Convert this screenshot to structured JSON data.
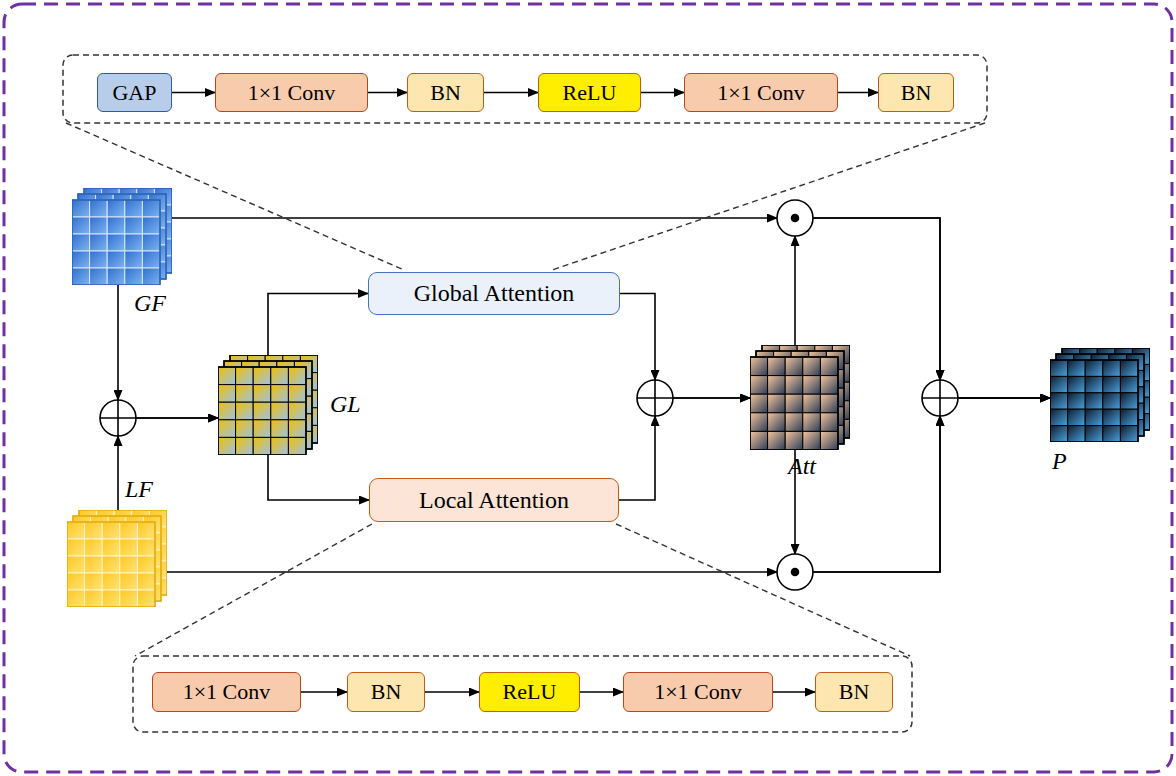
{
  "diagram": {
    "nodes": [
      {
        "text": [
          "GAP"
        ]
      },
      {
        "text": [
          "1×1 Conv"
        ]
      },
      {
        "text": [
          "BN"
        ]
      },
      {
        "text": [
          "ReLU"
        ]
      },
      {
        "text": [
          "1×1 Conv"
        ]
      },
      {
        "text": [
          "BN"
        ]
      },
      {
        "text": [
          "GF"
        ]
      },
      {
        "text": [
          "Global Attention"
        ]
      },
      {
        "text": [
          "GL"
        ]
      },
      {
        "text": [
          "Att"
        ]
      },
      {
        "text": [
          "P"
        ]
      },
      {
        "text": [
          "LF"
        ]
      },
      {
        "text": [
          "Local Attention"
        ]
      },
      {
        "text": [
          "1×1 Conv"
        ]
      },
      {
        "text": [
          "BN"
        ]
      },
      {
        "text": [
          "ReLU"
        ]
      },
      {
        "text": [
          "1×1 Conv"
        ]
      },
      {
        "text": [
          "BN"
        ]
      }
    ],
    "edges": [
      {
        "from": 0,
        "to": 1,
        "arrow": "to"
      },
      {
        "from": 1,
        "to": 2,
        "arrow": "to"
      },
      {
        "from": 2,
        "to": 3,
        "arrow": "to"
      },
      {
        "from": 3,
        "to": 4,
        "arrow": "to"
      },
      {
        "from": 4,
        "to": 5,
        "arrow": "to"
      },
      {
        "from": 13,
        "to": 14,
        "arrow": "to"
      },
      {
        "from": 14,
        "to": 15,
        "arrow": "to"
      },
      {
        "from": 15,
        "to": 16,
        "arrow": "to"
      },
      {
        "from": 16,
        "to": 17,
        "arrow": "to"
      },
      {
        "from": 6,
        "to": 8,
        "arrow": "to"
      },
      {
        "from": 11,
        "to": 8,
        "arrow": "to"
      },
      {
        "from": 8,
        "to": 7,
        "arrow": "to"
      },
      {
        "from": 8,
        "to": 12,
        "arrow": "to"
      },
      {
        "from": 7,
        "to": 9,
        "arrow": "to"
      },
      {
        "from": 12,
        "to": 9,
        "arrow": "to"
      },
      {
        "from": 6,
        "to": 10,
        "arrow": "to"
      },
      {
        "from": 11,
        "to": 10,
        "arrow": "to"
      },
      {
        "from": 9,
        "to": 10,
        "arrow": "to"
      }
    ]
  }
}
